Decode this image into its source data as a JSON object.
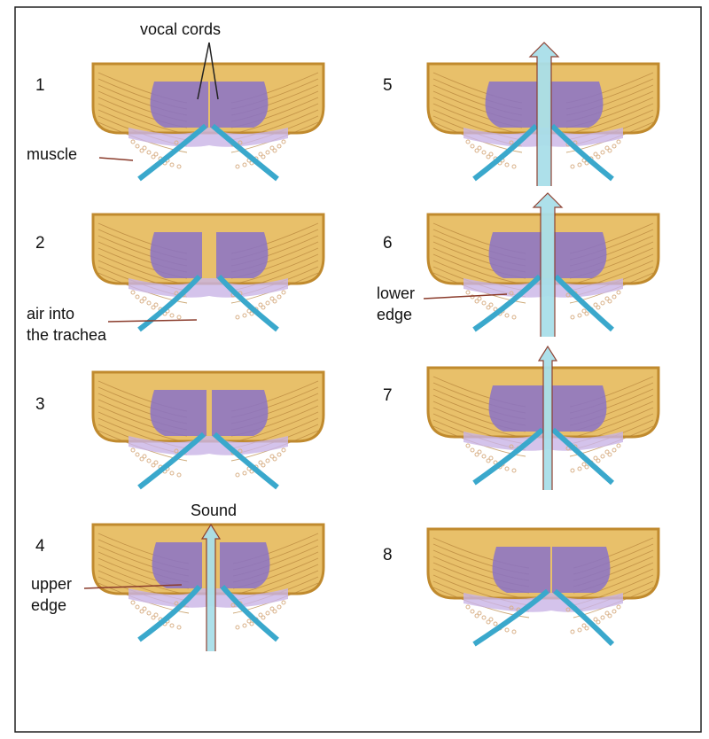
{
  "colors": {
    "tissue": "#e8c06a",
    "tissue_dark": "#b5823a",
    "outline": "#c08a2e",
    "vocal_cord": "#8a72c8",
    "mucosa": "#c9b4e6",
    "trachea": "#3aa8cc",
    "airflow": "#a9dfe9",
    "speckle": "#d9b28a",
    "label_line": "#8a3b2b"
  },
  "panels": [
    {
      "number": "1",
      "state": "closed",
      "arrow": "none"
    },
    {
      "number": "2",
      "state": "open",
      "arrow": "none"
    },
    {
      "number": "3",
      "state": "closing",
      "arrow": "none"
    },
    {
      "number": "4",
      "state": "open-gap",
      "arrow": "sound"
    },
    {
      "number": "5",
      "state": "pushed-open",
      "arrow": "air"
    },
    {
      "number": "6",
      "state": "pushed-open",
      "arrow": "air"
    },
    {
      "number": "7",
      "state": "closing",
      "arrow": "air-thin"
    },
    {
      "number": "8",
      "state": "closed",
      "arrow": "none"
    }
  ],
  "labels": {
    "vocal_cords": "vocal cords",
    "muscle": "muscle",
    "air_line1": "air into",
    "air_line2": "the trachea",
    "sound": "Sound",
    "upper_line1": "upper",
    "upper_line2": "edge",
    "lower_line1": "lower",
    "lower_line2": "edge"
  }
}
